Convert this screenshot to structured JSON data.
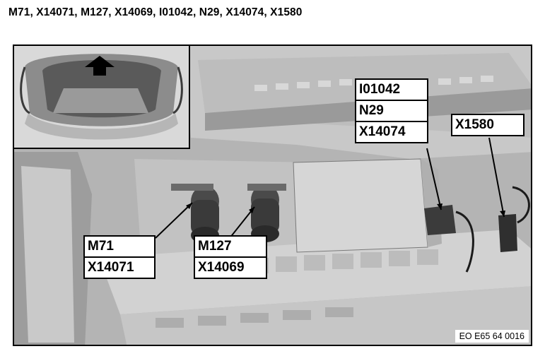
{
  "title": "M71, X14071, M127, X14069, I01042, N29, X14074, X1580",
  "labels": {
    "m71_group": [
      "M71",
      "X14071"
    ],
    "m127_group": [
      "M127",
      "X14069"
    ],
    "i01042_group": [
      "I01042",
      "N29",
      "X14074"
    ],
    "x1580_group": [
      "X1580"
    ]
  },
  "reference_code": "EO E65 64 0016"
}
